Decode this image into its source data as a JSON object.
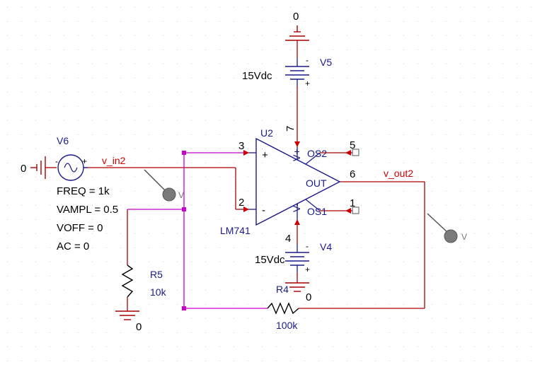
{
  "colors": {
    "wire_red": "#aa0000",
    "wire_magenta": "#cc00cc",
    "component_blue": "#1a1a8c",
    "ground_red": "#aa0000",
    "probe_gray": "#777777",
    "grid_dot": "#c8c8c8"
  },
  "ground_top": {
    "label": "0"
  },
  "ground_left": {
    "label": "0"
  },
  "ground_r5": {
    "label": "0"
  },
  "ground_v4": {
    "label": "0"
  },
  "v5": {
    "name": "V5",
    "value": "15Vdc",
    "minus": "-",
    "plus": "+"
  },
  "v4": {
    "name": "V4",
    "value": "15Vdc",
    "minus": "-",
    "plus": "+"
  },
  "v6": {
    "name": "V6",
    "freq": "FREQ = 1k",
    "vampl": "VAMPL = 0.5",
    "voff": "VOFF = 0",
    "ac": "AC = 0",
    "minus": "-",
    "plus": "+"
  },
  "u2": {
    "name": "U2",
    "model": "LM741",
    "in_plus": "+",
    "in_minus": "-",
    "out": "OUT",
    "os1": "OS1",
    "os2": "OS2",
    "vpos": "V+",
    "vneg": "V-",
    "pins": {
      "p1": "1",
      "p2": "2",
      "p3": "3",
      "p4": "4",
      "p5": "5",
      "p6": "6",
      "p7": "7"
    }
  },
  "r5": {
    "name": "R5",
    "value": "10k"
  },
  "r4": {
    "name": "R4",
    "value": "100k"
  },
  "nets": {
    "v_in": "v_in2",
    "v_out": "v_out2"
  },
  "probes": {
    "probe1": "V",
    "probe2": "V"
  }
}
